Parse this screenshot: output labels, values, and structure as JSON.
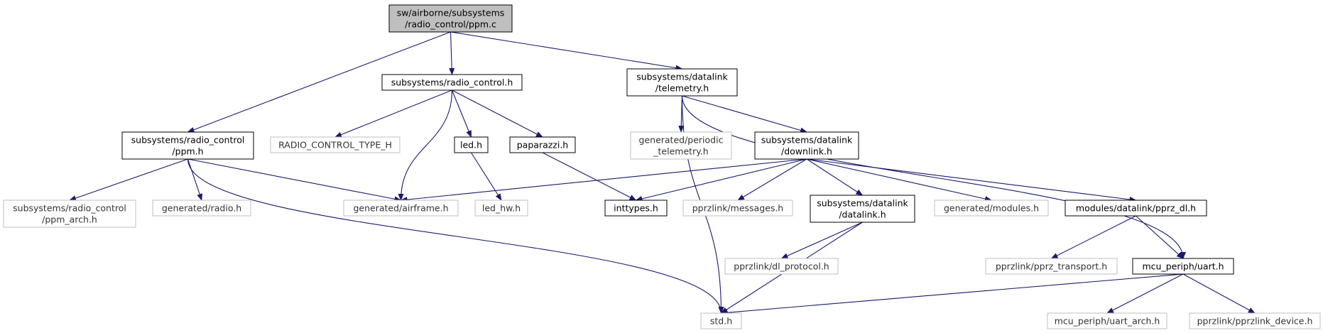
{
  "diagram": {
    "colors": {
      "edge": "#191970",
      "root_fill": "#bfbfbf",
      "node_border": "#000000",
      "external_border": "#bfbfbf",
      "background": "#ffffff"
    },
    "nodes": [
      {
        "id": "root",
        "lines": [
          "sw/airborne/subsystems",
          "/radio_control/ppm.c"
        ],
        "kind": "root"
      },
      {
        "id": "rc_h",
        "lines": [
          "subsystems/radio_control.h"
        ],
        "kind": "normal"
      },
      {
        "id": "telemetry_h",
        "lines": [
          "subsystems/datalink",
          "/telemetry.h"
        ],
        "kind": "normal"
      },
      {
        "id": "ppm_h",
        "lines": [
          "subsystems/radio_control",
          "/ppm.h"
        ],
        "kind": "normal"
      },
      {
        "id": "rc_type",
        "lines": [
          "RADIO_CONTROL_TYPE_H"
        ],
        "kind": "external"
      },
      {
        "id": "led_h",
        "lines": [
          "led.h"
        ],
        "kind": "normal"
      },
      {
        "id": "paparazzi_h",
        "lines": [
          "paparazzi.h"
        ],
        "kind": "normal"
      },
      {
        "id": "periodic_tel",
        "lines": [
          "generated/periodic",
          "_telemetry.h"
        ],
        "kind": "external"
      },
      {
        "id": "downlink_h",
        "lines": [
          "subsystems/datalink",
          "/downlink.h"
        ],
        "kind": "normal"
      },
      {
        "id": "ppm_arch",
        "lines": [
          "subsystems/radio_control",
          "/ppm_arch.h"
        ],
        "kind": "external"
      },
      {
        "id": "radio_h",
        "lines": [
          "generated/radio.h"
        ],
        "kind": "external"
      },
      {
        "id": "airframe_h",
        "lines": [
          "generated/airframe.h"
        ],
        "kind": "external"
      },
      {
        "id": "led_hw",
        "lines": [
          "led_hw.h"
        ],
        "kind": "external"
      },
      {
        "id": "inttypes",
        "lines": [
          "inttypes.h"
        ],
        "kind": "normal"
      },
      {
        "id": "messages",
        "lines": [
          "pprzlink/messages.h"
        ],
        "kind": "external"
      },
      {
        "id": "datalink_h",
        "lines": [
          "subsystems/datalink",
          "/datalink.h"
        ],
        "kind": "normal"
      },
      {
        "id": "modules_h",
        "lines": [
          "generated/modules.h"
        ],
        "kind": "external"
      },
      {
        "id": "pprz_dl",
        "lines": [
          "modules/datalink/pprz_dl.h"
        ],
        "kind": "normal"
      },
      {
        "id": "dl_protocol",
        "lines": [
          "pprzlink/dl_protocol.h"
        ],
        "kind": "external"
      },
      {
        "id": "pprz_transport",
        "lines": [
          "pprzlink/pprz_transport.h"
        ],
        "kind": "external"
      },
      {
        "id": "uart_h",
        "lines": [
          "mcu_periph/uart.h"
        ],
        "kind": "normal"
      },
      {
        "id": "std_h",
        "lines": [
          "std.h"
        ],
        "kind": "external"
      },
      {
        "id": "uart_arch",
        "lines": [
          "mcu_periph/uart_arch.h"
        ],
        "kind": "external"
      },
      {
        "id": "pprzlink_device",
        "lines": [
          "pprzlink/pprzlink_device.h"
        ],
        "kind": "external"
      }
    ],
    "edges": [
      [
        "root",
        "ppm_h"
      ],
      [
        "root",
        "rc_h"
      ],
      [
        "root",
        "telemetry_h"
      ],
      [
        "rc_h",
        "rc_type"
      ],
      [
        "rc_h",
        "airframe_h"
      ],
      [
        "rc_h",
        "led_h"
      ],
      [
        "rc_h",
        "paparazzi_h"
      ],
      [
        "led_h",
        "led_hw"
      ],
      [
        "paparazzi_h",
        "inttypes"
      ],
      [
        "ppm_h",
        "ppm_arch"
      ],
      [
        "ppm_h",
        "radio_h"
      ],
      [
        "ppm_h",
        "airframe_h"
      ],
      [
        "ppm_h",
        "std_h"
      ],
      [
        "telemetry_h",
        "periodic_tel"
      ],
      [
        "telemetry_h",
        "downlink_h"
      ],
      [
        "telemetry_h",
        "std_h"
      ],
      [
        "telemetry_h",
        "uart_h"
      ],
      [
        "downlink_h",
        "airframe_h"
      ],
      [
        "downlink_h",
        "inttypes"
      ],
      [
        "downlink_h",
        "messages"
      ],
      [
        "downlink_h",
        "datalink_h"
      ],
      [
        "downlink_h",
        "modules_h"
      ],
      [
        "downlink_h",
        "pprz_dl"
      ],
      [
        "datalink_h",
        "dl_protocol"
      ],
      [
        "datalink_h",
        "std_h"
      ],
      [
        "pprz_dl",
        "pprz_transport"
      ],
      [
        "pprz_dl",
        "uart_h"
      ],
      [
        "uart_h",
        "std_h"
      ],
      [
        "uart_h",
        "uart_arch"
      ],
      [
        "uart_h",
        "pprzlink_device"
      ]
    ]
  }
}
